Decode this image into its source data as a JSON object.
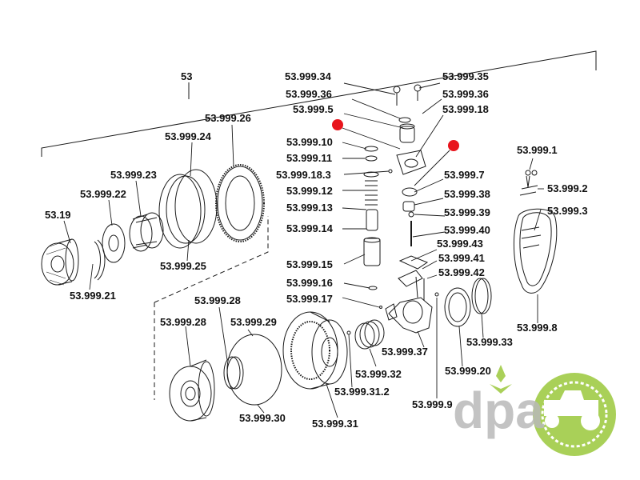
{
  "diagram": {
    "assembly_label": "53",
    "labels": {
      "p53_19": "53.19",
      "p34": "53.999.34",
      "p35": "53.999.35",
      "p36a": "53.999.36",
      "p36b": "53.999.36",
      "p5": "53.999.5",
      "p18": "53.999.18",
      "p10": "53.999.10",
      "p11": "53.999.11",
      "p18_3": "53.999.18.3",
      "p7": "53.999.7",
      "p12": "53.999.12",
      "p38": "53.999.38",
      "p13": "53.999.13",
      "p39": "53.999.39",
      "p14": "53.999.14",
      "p40": "53.999.40",
      "p43": "53.999.43",
      "p41": "53.999.41",
      "p15": "53.999.15",
      "p42": "53.999.42",
      "p16": "53.999.16",
      "p17": "53.999.17",
      "p37": "53.999.37",
      "p33": "53.999.33",
      "p20": "53.999.20",
      "p9": "53.999.9",
      "p32": "53.999.32",
      "p31_2": "53.999.31.2",
      "p31": "53.999.31",
      "p30": "53.999.30",
      "p28a": "53.999.28",
      "p28b": "53.999.28",
      "p29": "53.999.29",
      "p26": "53.999.26",
      "p24": "53.999.24",
      "p23": "53.999.23",
      "p22": "53.999.22",
      "p25": "53.999.25",
      "p21": "53.999.21",
      "p1": "53.999.1",
      "p2": "53.999.2",
      "p3": "53.999.3",
      "p8": "53.999.8"
    }
  },
  "watermark": {
    "text": "dpa"
  },
  "colors": {
    "marker": "#e8141c",
    "watermark_green": "#9bc83c",
    "watermark_gray": "#b9b9b9"
  }
}
